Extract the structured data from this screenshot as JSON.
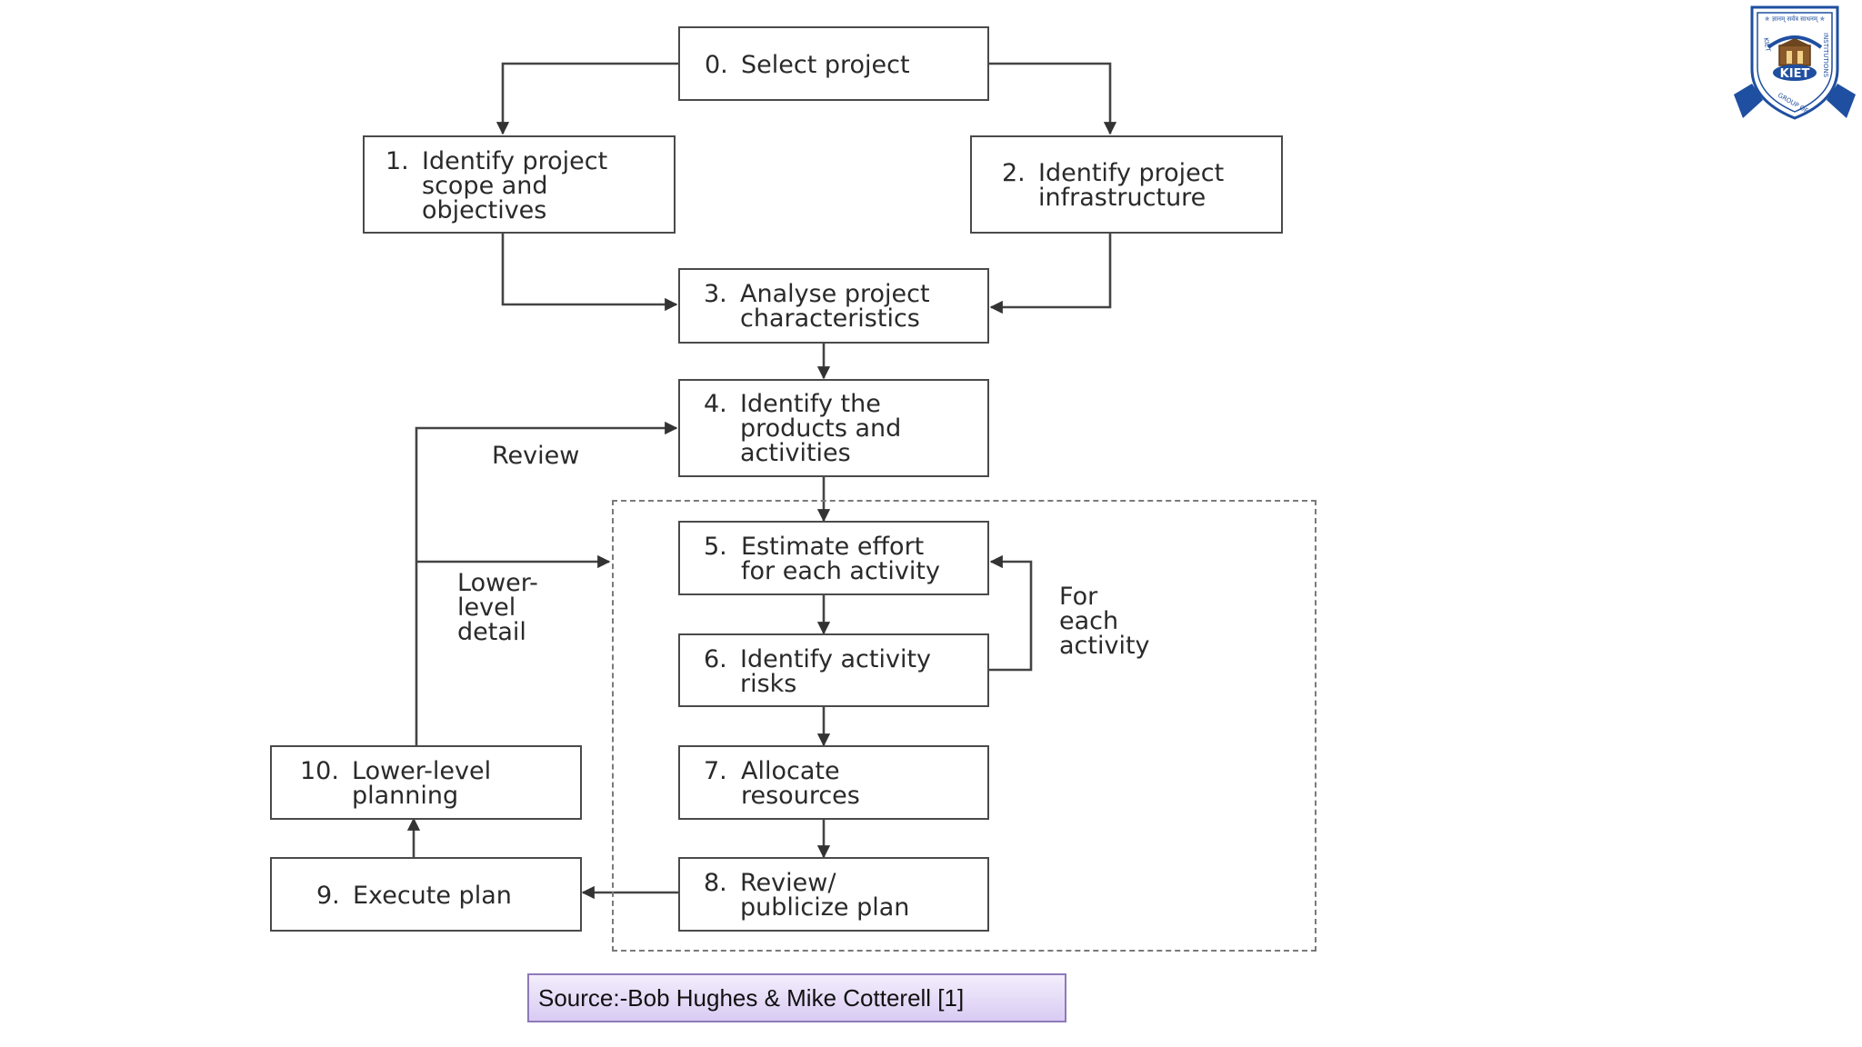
{
  "nodes": [
    {
      "id": "n0",
      "num": "0.",
      "text": "Select project"
    },
    {
      "id": "n1",
      "num": "1.",
      "text": "Identify project\nscope and\nobjectives"
    },
    {
      "id": "n2",
      "num": "2.",
      "text": "Identify project\ninfrastructure"
    },
    {
      "id": "n3",
      "num": "3.",
      "text": "Analyse project\ncharacteristics"
    },
    {
      "id": "n4",
      "num": "4.",
      "text": "Identify the\nproducts and\nactivities"
    },
    {
      "id": "n5",
      "num": "5.",
      "text": "Estimate effort\nfor each activity"
    },
    {
      "id": "n6",
      "num": "6.",
      "text": "Identify activity\nrisks"
    },
    {
      "id": "n7",
      "num": "7.",
      "text": "Allocate\nresources"
    },
    {
      "id": "n8",
      "num": "8.",
      "text": "Review/\npublicize plan"
    },
    {
      "id": "n9",
      "num": "9.",
      "text": "Execute plan"
    },
    {
      "id": "n10",
      "num": "10.",
      "text": "Lower-level\nplanning"
    }
  ],
  "labels": {
    "review": "Review",
    "lower_level_detail": "Lower-\nlevel\ndetail",
    "for_each_activity": "For\neach\nactivity"
  },
  "source": "Source:-Bob Hughes & Mike Cotterell [1]",
  "logo": {
    "text": "KIET",
    "motto": "ज्ञानम् सर्वत्र साधनम्",
    "ring_text": "KIET GROUP OF INSTITUTIONS"
  },
  "colors": {
    "box_border": "#4a4a4a",
    "text": "#2a2a2a",
    "source_bg": "#d9cbf3",
    "logo_blue": "#1f4fa0"
  }
}
